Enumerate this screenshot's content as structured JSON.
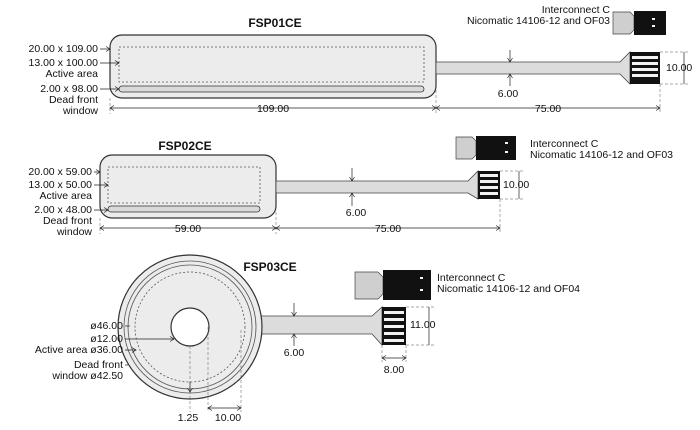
{
  "fsp01": {
    "title": "FSP01CE",
    "outer": "20.00 x 109.00",
    "active_dim": "13.00 x 100.00",
    "active_label": "Active area",
    "window_dim": "2.00 x 98.00",
    "window_label_1": "Dead front",
    "window_label_2": "window",
    "length": "109.00",
    "tail_length": "75.00",
    "tail_width": "6.00",
    "connector_width": "10.00",
    "interconnect_1": "Interconnect C",
    "interconnect_2": "Nicomatic 14106-12 and OF03"
  },
  "fsp02": {
    "title": "FSP02CE",
    "outer": "20.00 x 59.00",
    "active_dim": "13.00 x 50.00",
    "active_label": "Active area",
    "window_dim": "2.00 x 48.00",
    "window_label_1": "Dead front",
    "window_label_2": "window",
    "length": "59.00",
    "tail_length": "75.00",
    "tail_width": "6.00",
    "connector_width": "10.00",
    "interconnect_1": "Interconnect C",
    "interconnect_2": "Nicomatic 14106-12 and OF03"
  },
  "fsp03": {
    "title": "FSP03CE",
    "outer_dia": "ø46.00",
    "inner_dia": "ø12.00",
    "active_label": "Active area ø36.00",
    "window_label_1": "Dead front",
    "window_label_2": "window ø42.50",
    "tail_width": "6.00",
    "connector_width": "11.00",
    "connector_length": "8.00",
    "gap": "1.25",
    "ring": "10.00",
    "interconnect_1": "Interconnect C",
    "interconnect_2": "Nicomatic 14106-12 and OF04"
  }
}
